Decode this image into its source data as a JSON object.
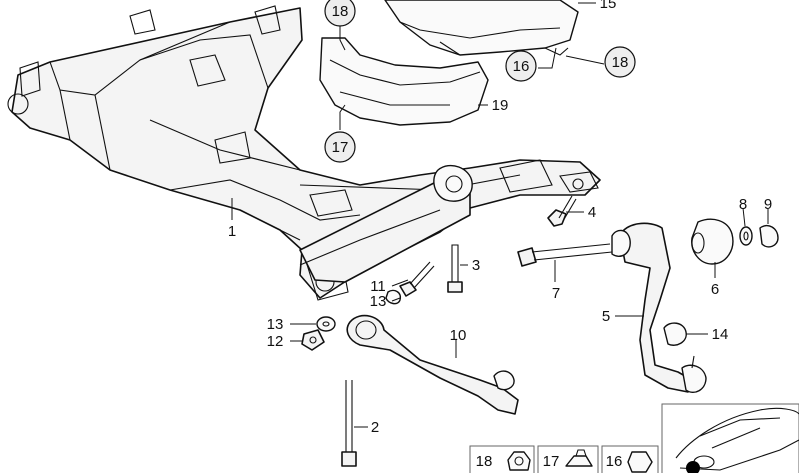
{
  "callouts": {
    "c1": "1",
    "c2": "2",
    "c3": "3",
    "c4": "4",
    "c5": "5",
    "c6": "6",
    "c7": "7",
    "c8": "8",
    "c9": "9",
    "c10": "10",
    "c11": "11",
    "c12": "12",
    "c13a": "13",
    "c13b": "13",
    "c14": "14",
    "c15": "15",
    "c16": "16",
    "c17": "17",
    "c18a": "18",
    "c18b": "18",
    "c19": "19"
  },
  "legend": {
    "b18": "18",
    "b17": "17",
    "b16": "16"
  }
}
